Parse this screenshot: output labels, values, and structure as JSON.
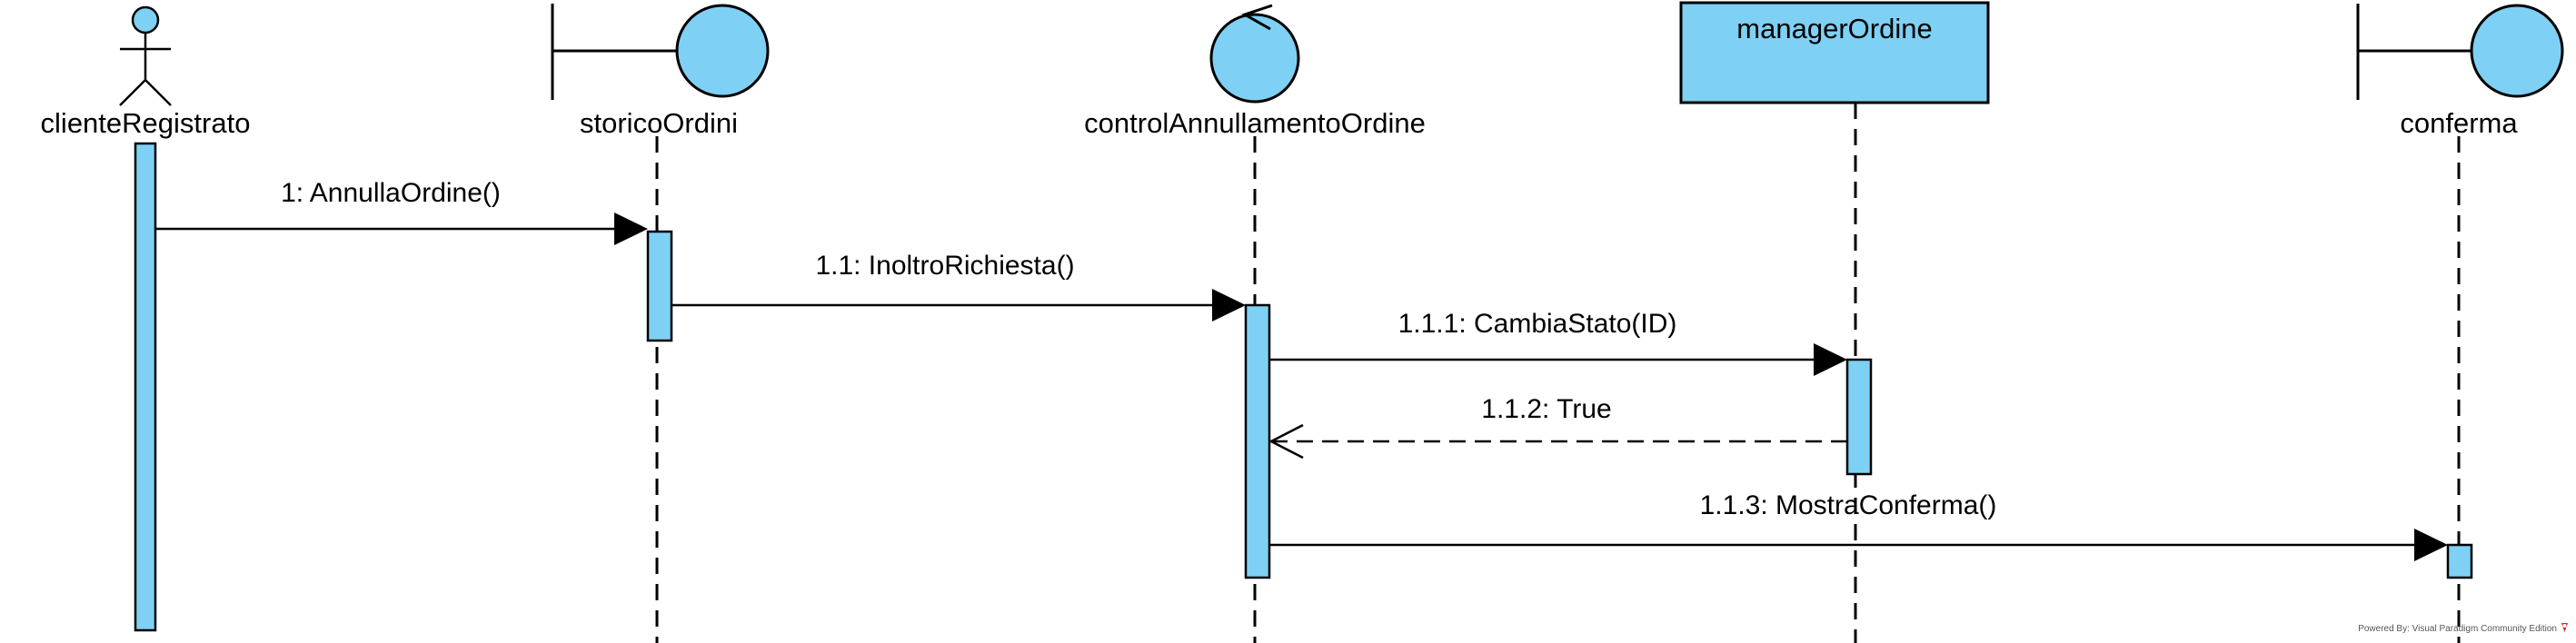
{
  "colors": {
    "fill": "#7FD0F5",
    "stroke": "#000000",
    "background": "#ffffff",
    "logo": "#d8242c"
  },
  "participants": [
    {
      "name": "clienteRegistrato",
      "kind": "actor"
    },
    {
      "name": "storicoOrdini",
      "kind": "boundary"
    },
    {
      "name": "controlAnnullamentoOrdine",
      "kind": "control"
    },
    {
      "name": "managerOrdine",
      "kind": "object"
    },
    {
      "name": "conferma",
      "kind": "boundary"
    }
  ],
  "messages": [
    {
      "label": "1: AnnullaOrdine()",
      "from": "clienteRegistrato",
      "to": "storicoOrdini",
      "type": "sync"
    },
    {
      "label": "1.1: InoltroRichiesta()",
      "from": "storicoOrdini",
      "to": "controlAnnullamentoOrdine",
      "type": "sync"
    },
    {
      "label": "1.1.1: CambiaStato(ID)",
      "from": "controlAnnullamentoOrdine",
      "to": "managerOrdine",
      "type": "sync"
    },
    {
      "label": "1.1.2: True",
      "from": "managerOrdine",
      "to": "controlAnnullamentoOrdine",
      "type": "return"
    },
    {
      "label": "1.1.3: MostraConferma()",
      "from": "controlAnnullamentoOrdine",
      "to": "conferma",
      "type": "sync"
    }
  ],
  "footer": {
    "text": "Powered By: Visual Paradigm Community Edition"
  }
}
